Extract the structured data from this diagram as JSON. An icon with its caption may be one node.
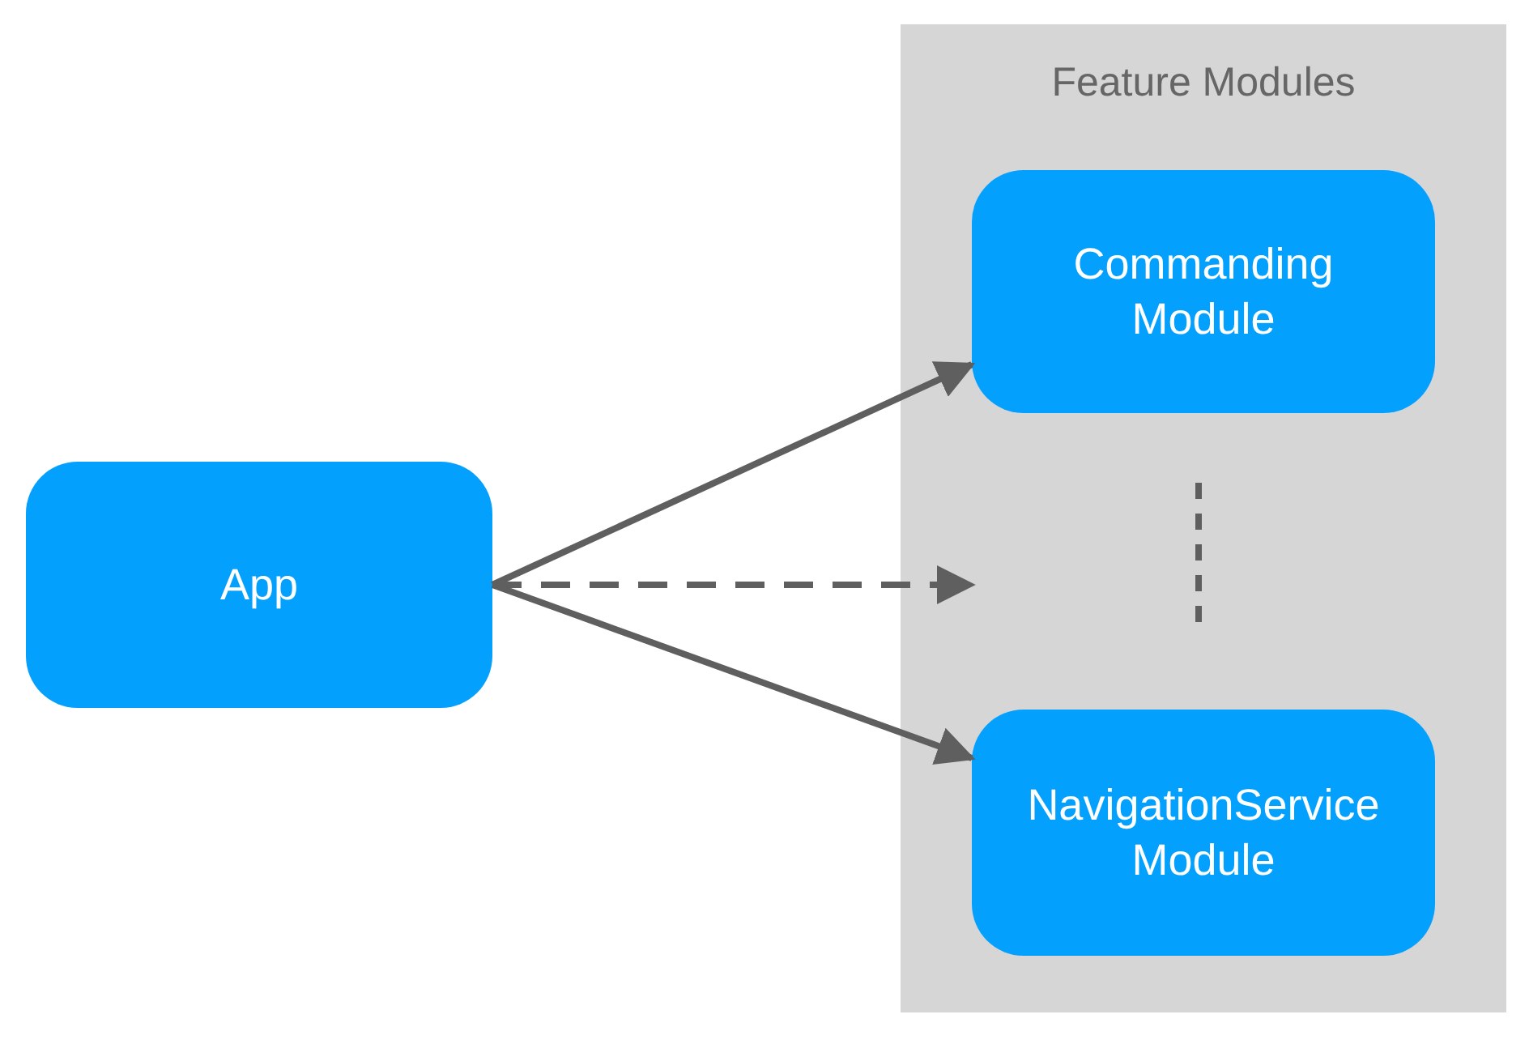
{
  "diagram": {
    "nodes": [
      {
        "text": [
          "App"
        ]
      },
      {
        "text": [
          "Feature Modules"
        ]
      },
      {
        "text": [
          "Commanding Module"
        ],
        "in": 1
      },
      {
        "text": [
          "NavigationService Module"
        ],
        "in": 1
      }
    ],
    "edges": [
      {
        "from": 0,
        "to": 2,
        "arrow": "to"
      },
      {
        "from": 0,
        "to": null,
        "arrow": "to",
        "style": "dashed"
      },
      {
        "from": 0,
        "to": 3,
        "arrow": "to"
      }
    ]
  }
}
